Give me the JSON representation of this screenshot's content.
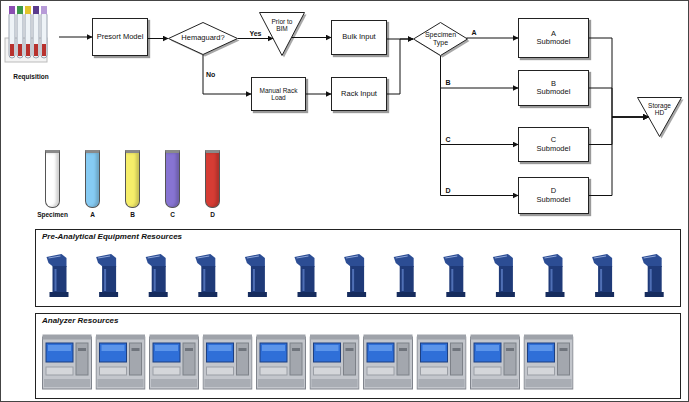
{
  "diagram": {
    "nodes": [
      {
        "text": [
          "Requisition"
        ]
      },
      {
        "text": [
          "Presort Model"
        ]
      },
      {
        "text": [
          "Hemaguard?"
        ]
      },
      {
        "text": [
          "Prior to BIM"
        ]
      },
      {
        "text": [
          "Bulk Input"
        ]
      },
      {
        "text": [
          "Manual Rack Load"
        ]
      },
      {
        "text": [
          "Rack Input"
        ]
      },
      {
        "text": [
          "Specimen Type"
        ]
      },
      {
        "text": [
          "A Submodel"
        ]
      },
      {
        "text": [
          "B Submodel"
        ]
      },
      {
        "text": [
          "C Submodel"
        ]
      },
      {
        "text": [
          "D Submodel"
        ]
      },
      {
        "text": [
          "Storage HD"
        ]
      },
      {
        "text": [
          "Pre-Analytical Equipment Resources"
        ]
      },
      {
        "text": [
          "Analyzer Resources"
        ]
      }
    ],
    "edges": [
      {
        "from": 0,
        "to": 1,
        "arrow": "to"
      },
      {
        "from": 1,
        "to": 2,
        "arrow": "to"
      },
      {
        "from": 2,
        "to": 3,
        "label": "Yes",
        "arrow": "to"
      },
      {
        "from": 3,
        "to": 4,
        "arrow": "to"
      },
      {
        "from": 2,
        "to": 5,
        "label": "No",
        "arrow": "to"
      },
      {
        "from": 5,
        "to": 6,
        "arrow": "to"
      },
      {
        "from": 4,
        "to": 7,
        "arrow": "to"
      },
      {
        "from": 6,
        "to": 7,
        "arrow": "to"
      },
      {
        "from": 7,
        "to": 8,
        "label": "A",
        "arrow": "to"
      },
      {
        "from": 7,
        "to": 9,
        "label": "B",
        "arrow": "to"
      },
      {
        "from": 7,
        "to": 10,
        "label": "C",
        "arrow": "to"
      },
      {
        "from": 7,
        "to": 11,
        "label": "D",
        "arrow": "to"
      },
      {
        "from": 8,
        "to": 12,
        "arrow": "to"
      },
      {
        "from": 9,
        "to": 12,
        "arrow": "to"
      },
      {
        "from": 10,
        "to": 12,
        "arrow": "to"
      },
      {
        "from": 11,
        "to": 12,
        "arrow": "to"
      }
    ],
    "legend": [
      {
        "text": "Specimen",
        "color": "#ffffff"
      },
      {
        "text": "A",
        "color": "#86cbf3"
      },
      {
        "text": "B",
        "color": "#f6ee6a"
      },
      {
        "text": "C",
        "color": "#8774d2"
      },
      {
        "text": "D",
        "color": "#d63c34"
      }
    ]
  }
}
